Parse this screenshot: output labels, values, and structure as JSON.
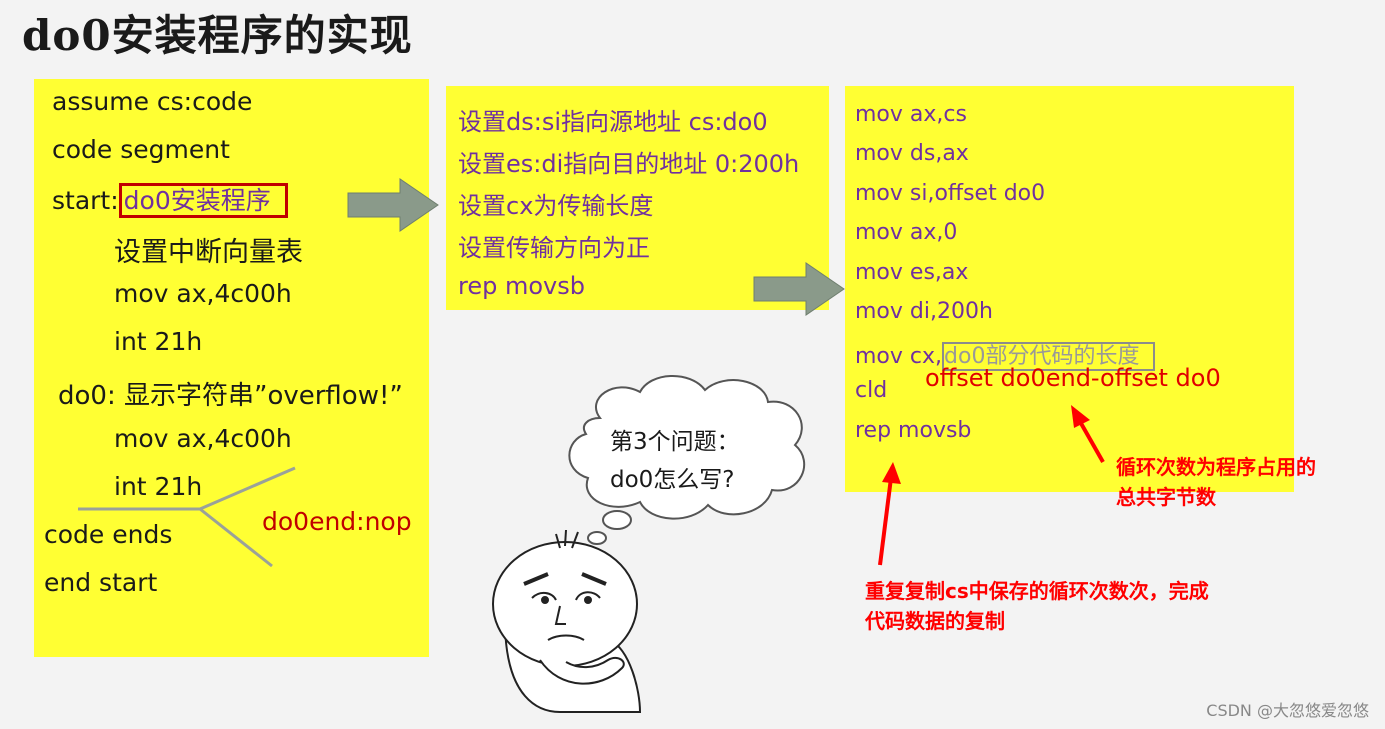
{
  "title": "do0安装程序的实现",
  "box1": {
    "line1": "assume cs:code",
    "line2": "code segment",
    "line3_prefix": "start:",
    "line3_highlight": "do0安装程序",
    "line4": "设置中断向量表",
    "line5": "mov ax,4c00h",
    "line6": "int 21h",
    "line7": "do0: 显示字符串”overflow!”",
    "line8": "mov ax,4c00h",
    "line9": "int 21h",
    "line10": "code ends",
    "line11": "end start",
    "label_do0end": "do0end:nop"
  },
  "box2": {
    "lines": [
      "设置ds:si指向源地址 cs:do0",
      "设置es:di指向目的地址 0:200h",
      "设置cx为传输长度",
      "设置传输方向为正",
      "rep movsb"
    ]
  },
  "box3": {
    "lines": [
      "mov ax,cs",
      "mov ds,ax",
      "mov si,offset do0",
      "mov ax,0",
      "mov es,ax",
      "mov di,200h"
    ],
    "cx_prefix": "mov cx,",
    "cx_highlight": "do0部分代码的长度",
    "cx_offset": "offset do0end-offset do0",
    "line_cld": "cld",
    "line_rep": "rep movsb"
  },
  "bubble": {
    "line1": "第3个问题：",
    "line2": "do0怎么写?"
  },
  "notes": {
    "note1_line1": "循环次数为程序占用的",
    "note1_line2": "总共字节数",
    "note2_line1": "重复复制cs中保存的循环次数次，完成",
    "note2_line2": "代码数据的复制"
  },
  "watermark": "CSDN @大忽悠爱忽悠",
  "colors": {
    "box": "#ffff33",
    "purple": "#7030a0",
    "red": "#e00000",
    "arrow_gray": "#8a9a8a"
  }
}
